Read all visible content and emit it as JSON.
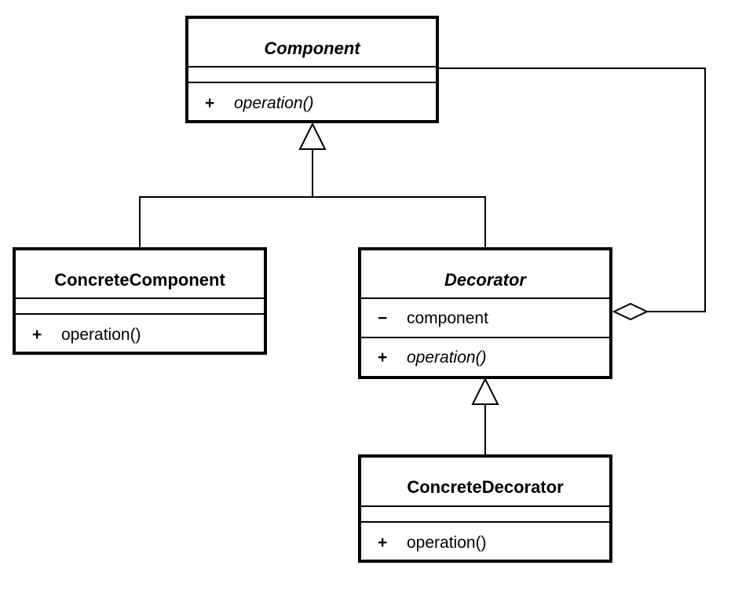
{
  "diagram": {
    "type": "uml-class-diagram",
    "classes": {
      "component": {
        "name": "Component",
        "abstract": true,
        "attributes": [],
        "operations": [
          {
            "visibility": "+",
            "name": "operation()",
            "abstract": true
          }
        ]
      },
      "concrete_component": {
        "name": "ConcreteComponent",
        "abstract": false,
        "attributes": [],
        "operations": [
          {
            "visibility": "+",
            "name": "operation()",
            "abstract": false
          }
        ]
      },
      "decorator": {
        "name": "Decorator",
        "abstract": true,
        "attributes": [
          {
            "visibility": "−",
            "name": "component"
          }
        ],
        "operations": [
          {
            "visibility": "+",
            "name": "operation()",
            "abstract": true
          }
        ]
      },
      "concrete_decorator": {
        "name": "ConcreteDecorator",
        "abstract": false,
        "attributes": [],
        "operations": [
          {
            "visibility": "+",
            "name": "operation()",
            "abstract": false
          }
        ]
      }
    },
    "relationships": [
      {
        "type": "generalization",
        "from": "ConcreteComponent",
        "to": "Component"
      },
      {
        "type": "generalization",
        "from": "Decorator",
        "to": "Component"
      },
      {
        "type": "generalization",
        "from": "ConcreteDecorator",
        "to": "Decorator"
      },
      {
        "type": "aggregation",
        "whole": "Decorator",
        "part": "Component"
      }
    ]
  }
}
